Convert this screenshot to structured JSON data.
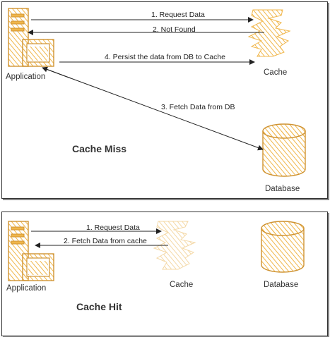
{
  "colors": {
    "accent": "#f0b64a",
    "outline": "#cf9332",
    "faded": "#f4d8a6",
    "line": "#222222"
  },
  "panels": [
    {
      "title": "Cache Miss",
      "nodes": {
        "application": "Application",
        "cache": "Cache",
        "database": "Database"
      },
      "edges": [
        {
          "label": "1. Request Data"
        },
        {
          "label": "2. Not Found"
        },
        {
          "label": "4. Persist the data from DB to Cache"
        },
        {
          "label": "3. Fetch Data from DB"
        }
      ],
      "icons": [
        "server-icon",
        "cache-icon",
        "database-icon"
      ]
    },
    {
      "title": "Cache Hit",
      "nodes": {
        "application": "Application",
        "cache": "Cache",
        "database": "Database"
      },
      "edges": [
        {
          "label": "1. Request Data"
        },
        {
          "label": "2. Fetch Data from cache"
        }
      ],
      "icons": [
        "server-icon",
        "cache-icon",
        "database-icon"
      ]
    }
  ]
}
